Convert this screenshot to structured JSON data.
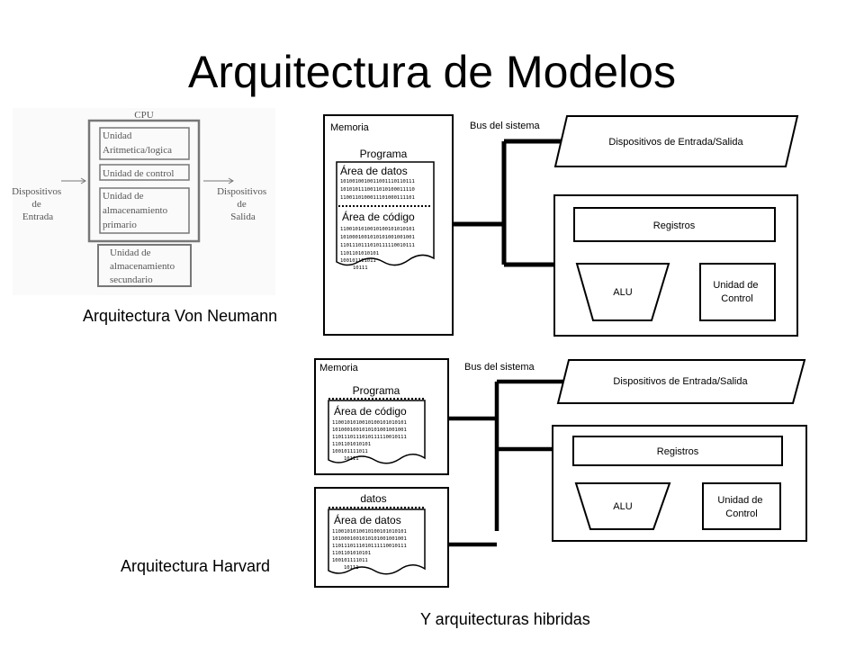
{
  "title": "Arquitectura de Modelos",
  "captions": {
    "von_neumann": "Arquitectura Von Neumann",
    "harvard": "Arquitectura Harvard",
    "hybrid": "Y  arquitecturas hibridas"
  },
  "cpu_sketch": {
    "cpu_label": "CPU",
    "alu": [
      "Unidad",
      "Aritmetica/logica"
    ],
    "control": "Unidad de control",
    "primary": [
      "Unidad de",
      "almacenamiento",
      "primario"
    ],
    "secondary": [
      "Unidad de",
      "almacenamiento",
      "secundario"
    ],
    "input": [
      "Dispositivos",
      "de",
      "Entrada"
    ],
    "output": [
      "Dispositivos",
      "de",
      "Salida"
    ]
  },
  "von_neumann_diagram": {
    "memory": "Memoria",
    "program": "Programa",
    "data_area": "Área de datos",
    "data_bits": [
      "1010010010011001110110111",
      "1010101110011010100011110",
      "1100110100011101000111101"
    ],
    "code_area": "Área de código",
    "code_bits": [
      "1100101010010100101010101",
      "1010001001010101001001001",
      "1101110111010111110010111",
      "1101101010101",
      "100101111011",
      "10111"
    ],
    "bus": "Bus del sistema",
    "io": "Dispositivos de Entrada/Salida",
    "registers": "Registros",
    "alu": "ALU",
    "control": [
      "Unidad de",
      "Control"
    ]
  },
  "harvard_diagram": {
    "memory": "Memoria",
    "program": "Programa",
    "code_area": "Área de código",
    "code_bits": [
      "1100101010010100101010101",
      "1010001001010101001001001",
      "1101110111010111110010111",
      "1101101010101",
      "100101111011",
      "10111"
    ],
    "data_label": "datos",
    "data_area": "Área de datos",
    "data_bits": [
      "1100101010010100101010101",
      "1010001001010101001001001",
      "1101110111010111110010111",
      "1101101010101",
      "100101111011",
      "10111"
    ],
    "bus": "Bus del sistema",
    "io": "Dispositivos de Entrada/Salida",
    "registers": "Registros",
    "alu": "ALU",
    "control": [
      "Unidad de",
      "Control"
    ]
  }
}
